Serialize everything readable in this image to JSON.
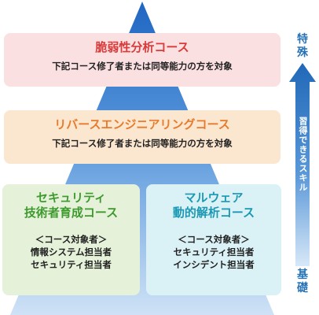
{
  "courses": {
    "vuln": {
      "title": "脆弱性分析コース",
      "desc": "下記コース修了者または同等能力の方を対象",
      "color": "#d93a3a"
    },
    "reverse": {
      "title": "リバースエンジニアリングコース",
      "desc": "下記コース修了者または同等能力の方を対象",
      "color": "#e87b2b"
    },
    "security": {
      "title_line1": "セキュリティ",
      "title_line2": "技術者育成コース",
      "target_header": "＜コース対象者＞",
      "target1": "情報システム担当者",
      "target2": "セキュリティ担当者",
      "color": "#3e9a2e"
    },
    "malware": {
      "title_line1": "マルウェア",
      "title_line2": "動的解析コース",
      "target_header": "＜コース対象者＞",
      "target1": "セキュリティ担当者",
      "target2": "インシデント担当者",
      "color": "#1b98b4"
    }
  },
  "axis": {
    "top_line1": "特",
    "top_line2": "殊",
    "label": "習得できるスキル",
    "bottom_line1": "基",
    "bottom_line2": "礎",
    "color": "#2673b8"
  }
}
